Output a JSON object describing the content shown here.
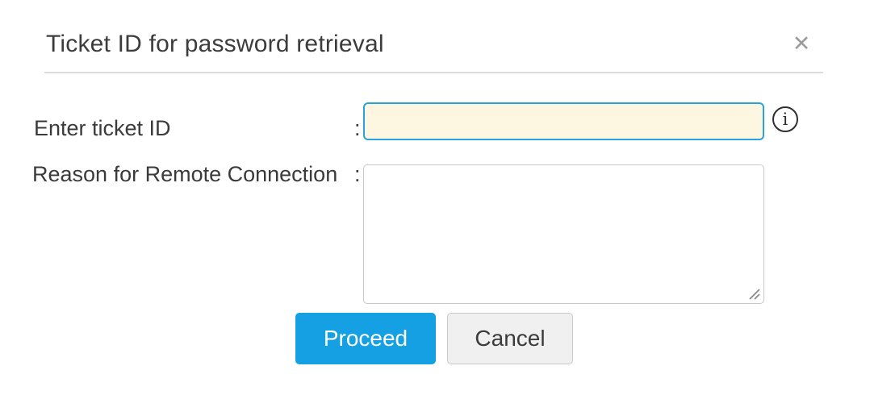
{
  "dialog": {
    "title": "Ticket ID for password retrieval",
    "close_icon": "✕"
  },
  "form": {
    "fields": [
      {
        "label": "Enter ticket ID",
        "colon": ":",
        "value": "",
        "type": "text"
      },
      {
        "label": "Reason for Remote Connection",
        "colon": ":",
        "value": "",
        "type": "textarea"
      }
    ],
    "info_icon": "i"
  },
  "buttons": {
    "proceed_label": "Proceed",
    "cancel_label": "Cancel"
  },
  "colors": {
    "accent_blue": "#14a0e2",
    "input_focus_border": "#29a3df",
    "input_background": "#fdf6e0",
    "divider": "#dcdcdc",
    "close_gray": "#9c9c9c",
    "text": "#3b3b3b",
    "cancel_background": "#f0f0f0",
    "cancel_border": "#c9c9c9"
  }
}
